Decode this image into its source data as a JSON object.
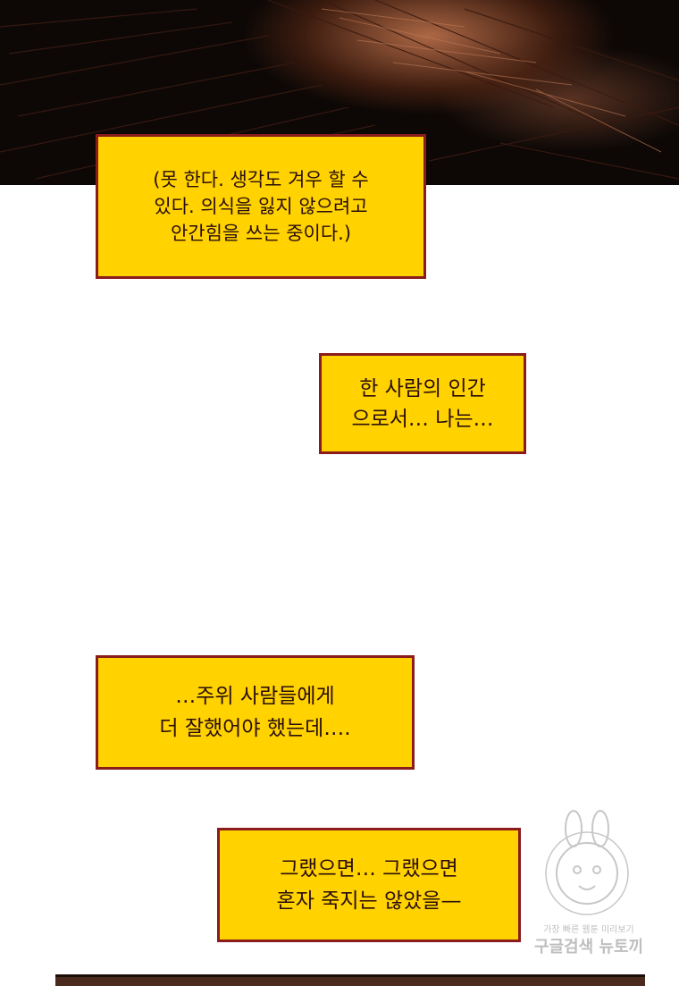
{
  "captions": [
    {
      "lines": [
        "(못 한다. 생각도 겨우 할 수",
        "있다. 의식을 잃지 않으려고",
        "안간힘을 쓰는 중이다.)"
      ]
    },
    {
      "lines": [
        "한 사람의 인간",
        "으로서… 나는…"
      ]
    },
    {
      "lines": [
        "…주위 사람들에게",
        "더 잘했어야 했는데…."
      ]
    },
    {
      "lines": [
        "그랬으면… 그랬으면",
        "혼자 죽지는 않았을—"
      ]
    }
  ],
  "watermark": {
    "small": "가장 빠른 웹툰 미리보기",
    "big": "구글검색 뉴토끼"
  },
  "colors": {
    "caption_bg": "#ffd200",
    "caption_border": "#8a1c1c",
    "caption_text": "#2a0f0a"
  }
}
